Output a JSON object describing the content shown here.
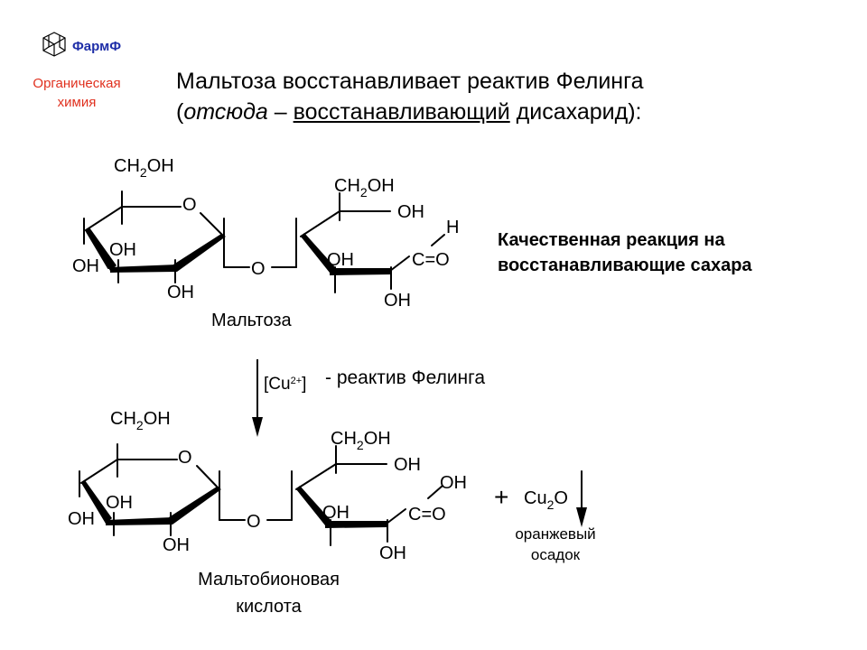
{
  "logo": {
    "name": "ФармФ",
    "subtitle": "Органическая химия",
    "colors": {
      "name": "#1f2fa8",
      "subtitle": "#e0301e"
    }
  },
  "title": {
    "line1": "Мальтоза восстанавливает реактив Фелинга",
    "line2_open": "(",
    "line2_italic": "отсюда",
    "line2_dash": " – ",
    "line2_underlined": "восстанавливающий",
    "line2_close": " дисахарид):"
  },
  "reaction_note": "Качественная реакция на восстанавливающие сахара",
  "reagent": {
    "bracket_open": "[Cu",
    "charge": "2+",
    "bracket_close": "]",
    "label": "- реактив Фелинга"
  },
  "maltose": {
    "name": "Мальтоза",
    "ring_ch2oh": "CH",
    "ring_ch2oh_sub": "2",
    "ring_ch2oh_tail": "OH",
    "ring_o": "O",
    "oh_left": "OH",
    "oh_inner": "OH",
    "oh_bottom": "OH",
    "bridge_o": "O",
    "chain_ch2oh": "CH",
    "chain_ch2oh_sub": "2",
    "chain_ch2oh_tail": "OH",
    "chain_oh_top": "OH",
    "chain_oh_inner": "OH",
    "chain_oh_bottom": "OH",
    "aldehyde_h": "H",
    "aldehyde_c": "C",
    "aldehyde_eq": "=O"
  },
  "acid": {
    "name": "Мальтобионовая кислота",
    "ring_ch2oh": "CH",
    "ring_ch2oh_sub": "2",
    "ring_ch2oh_tail": "OH",
    "ring_o": "O",
    "oh_left": "OH",
    "oh_inner": "OH",
    "oh_bottom": "OH",
    "bridge_o": "O",
    "chain_ch2oh": "CH",
    "chain_ch2oh_sub": "2",
    "chain_ch2oh_tail": "OH",
    "chain_oh_top": "OH",
    "chain_oh_inner": "OH",
    "chain_oh_bottom": "OH",
    "acid_oh": "OH",
    "acid_c": "C",
    "acid_eq": "=O"
  },
  "byproduct": {
    "plus": "+",
    "formula_cu": "Cu",
    "formula_sub": "2",
    "formula_o": "O",
    "precipitate": "оранжевый осадок"
  }
}
